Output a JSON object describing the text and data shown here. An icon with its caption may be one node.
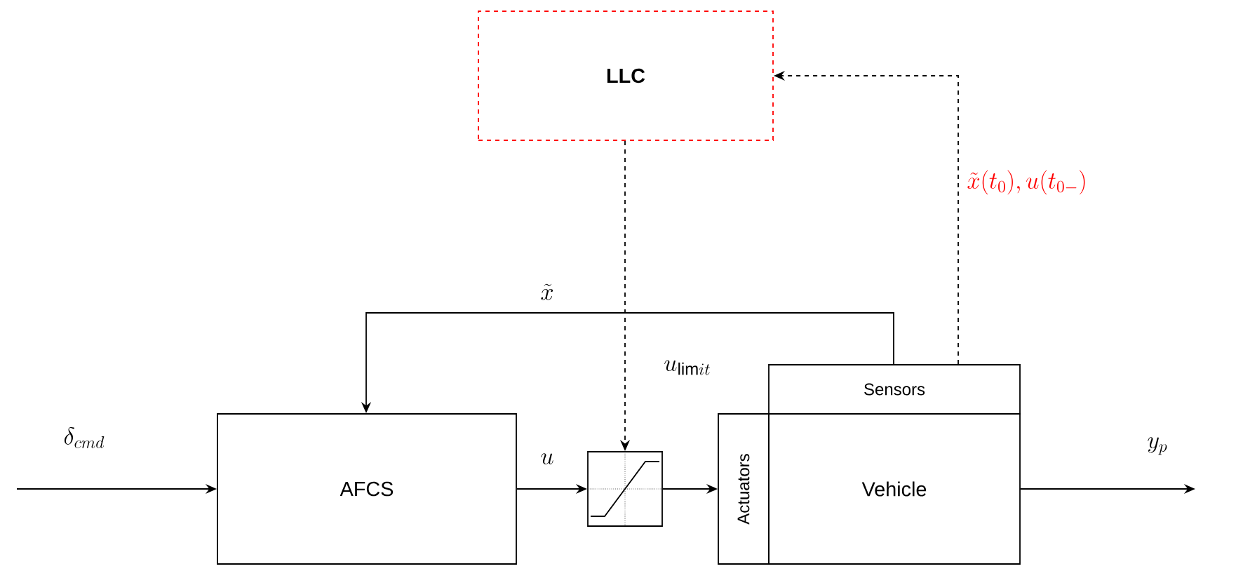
{
  "diagram": {
    "nodes": [
      {
        "text": [
          "LLC"
        ]
      },
      {
        "text": [
          "AFCS"
        ]
      },
      {
        "text": [],
        "shape": "picture"
      },
      {
        "text": [
          "Vehicle"
        ]
      },
      {
        "text": [
          "Sensors"
        ]
      },
      {
        "text": [
          "Actuators"
        ]
      }
    ],
    "edges": [
      {
        "from": null,
        "to": 1,
        "arrow": "to",
        "label": "\\delta_{cmd}"
      },
      {
        "from": 1,
        "to": 2,
        "arrow": "to",
        "label": "u"
      },
      {
        "from": 2,
        "to": 5,
        "arrow": "to"
      },
      {
        "from": 3,
        "to": null,
        "arrow": "to",
        "label": "y_p"
      },
      {
        "from": 4,
        "to": 1,
        "arrow": "to",
        "label": "\\tilde{x}"
      },
      {
        "from": 0,
        "to": 2,
        "arrow": "to",
        "label": "u_{\\mathrm{lim}it}",
        "style": "dashed"
      },
      {
        "from": 4,
        "to": 0,
        "arrow": "to",
        "label": "\\tilde{x}(t_0), u(t_{0-})",
        "style": "dashed"
      }
    ]
  }
}
